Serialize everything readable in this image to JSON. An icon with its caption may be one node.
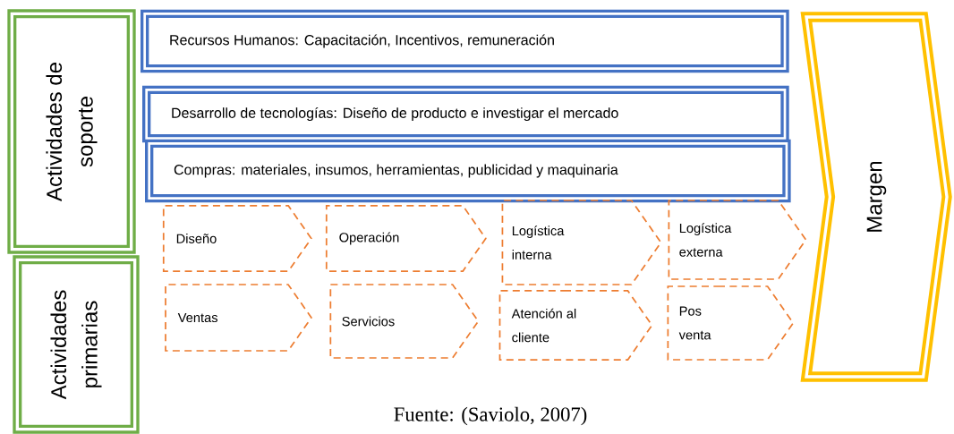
{
  "diagram": {
    "caption": "Fuente: (Saviolo, 2007)",
    "nodes": [
      {
        "text": [
          "Actividades de soporte"
        ]
      },
      {
        "text": [
          "Actividades primarias"
        ]
      },
      {
        "text": [
          "Recursos Humanos: Capacitación, Incentivos, remuneración"
        ]
      },
      {
        "text": [
          "Desarrollo de tecnologías: Diseño de producto e investigar el mercado"
        ]
      },
      {
        "text": [
          "Compras: materiales, insumos, herramientas, publicidad y maquinaria"
        ]
      },
      {
        "text": [
          "Margen"
        ]
      },
      {
        "text": [
          "Diseño"
        ]
      },
      {
        "text": [
          "Operación"
        ]
      },
      {
        "text": [
          "Logística interna"
        ]
      },
      {
        "text": [
          "Logística externa"
        ]
      },
      {
        "text": [
          "Ventas"
        ]
      },
      {
        "text": [
          "Servicios"
        ]
      },
      {
        "text": [
          "Atención al cliente"
        ]
      },
      {
        "text": [
          "Pos venta"
        ]
      }
    ]
  }
}
